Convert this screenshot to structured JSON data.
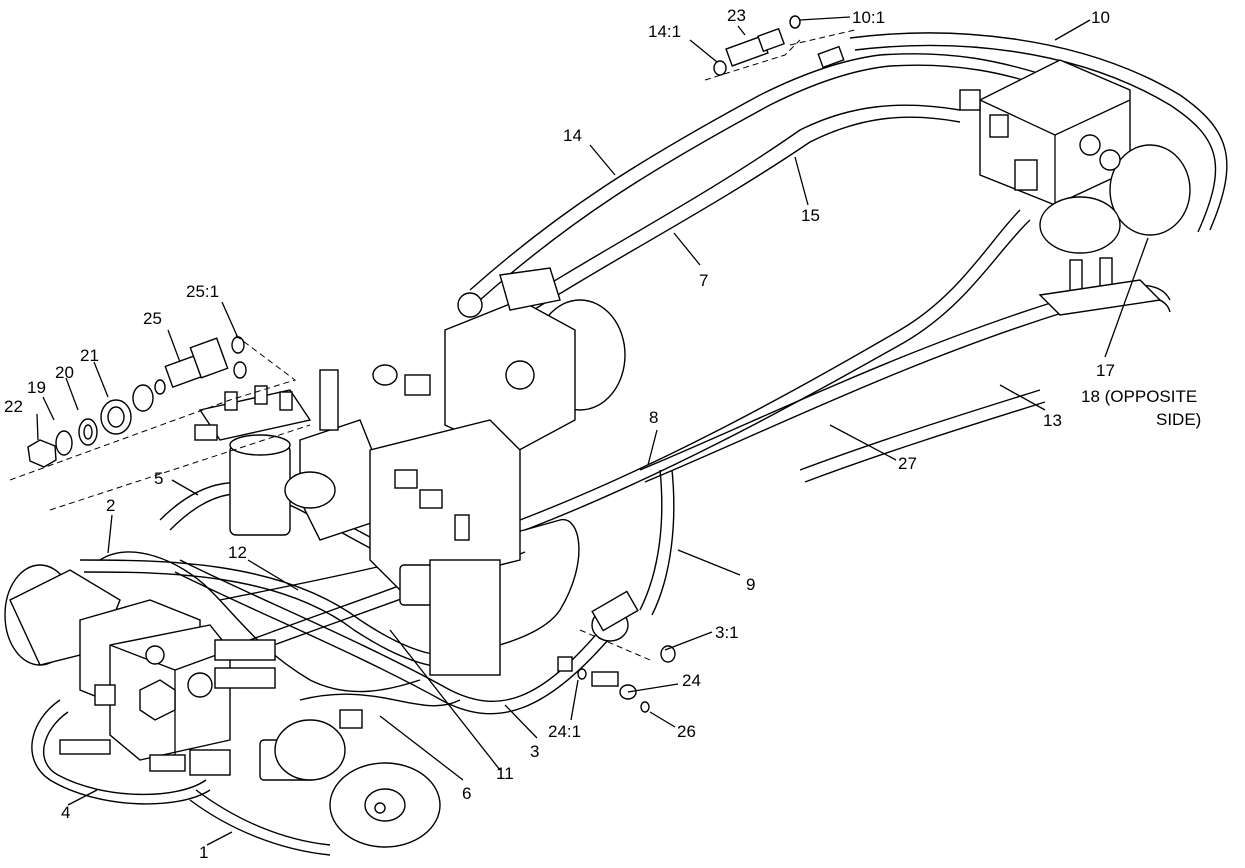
{
  "diagram": {
    "callouts": {
      "c1": "1",
      "c2": "2",
      "c3": "3",
      "c3_1": "3:1",
      "c4": "4",
      "c5": "5",
      "c6": "6",
      "c7": "7",
      "c8": "8",
      "c9": "9",
      "c10": "10",
      "c10_1": "10:1",
      "c11": "11",
      "c12": "12",
      "c13": "13",
      "c14": "14",
      "c14_1": "14:1",
      "c15": "15",
      "c17": "17",
      "c18a": "18 (OPPOSITE",
      "c18b": "SIDE)",
      "c19": "19",
      "c20": "20",
      "c21": "21",
      "c22": "22",
      "c23": "23",
      "c24": "24",
      "c24_1": "24:1",
      "c25": "25",
      "c25_1": "25:1",
      "c26": "26",
      "c27": "27"
    }
  }
}
